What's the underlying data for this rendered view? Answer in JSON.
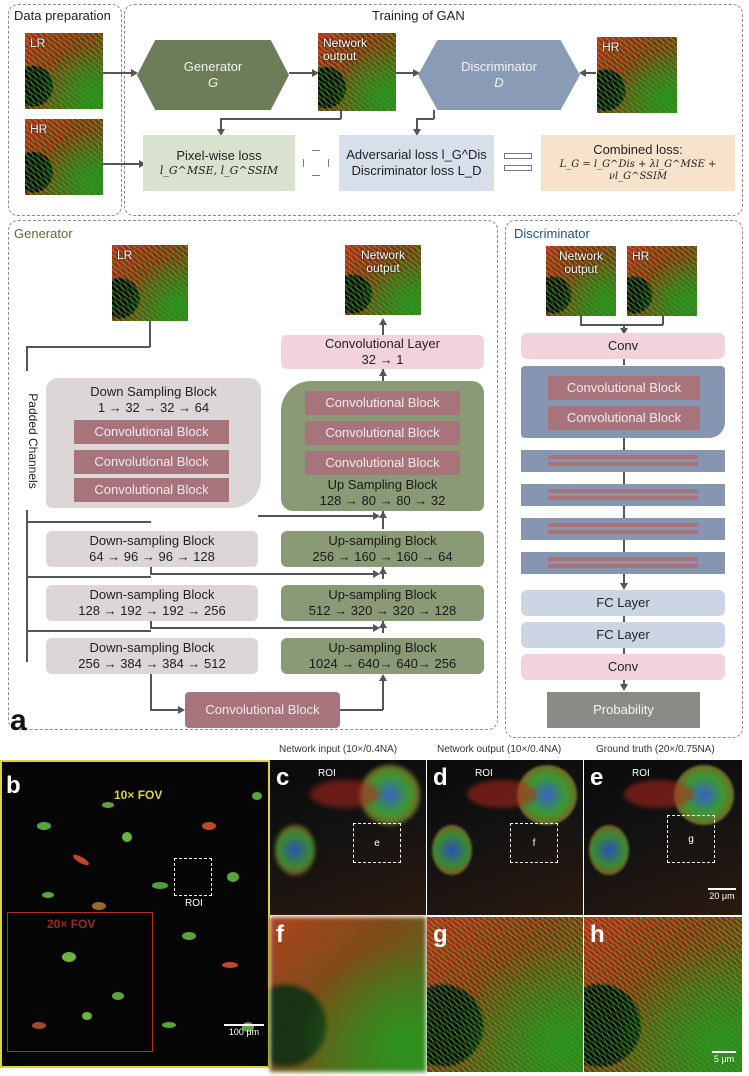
{
  "top": {
    "data_prep_label": "Data preparation",
    "training_label": "Training of GAN",
    "lr": "LR",
    "hr": "HR",
    "network_output": "Network output",
    "generator_name": "Generator",
    "generator_symbol": "G",
    "discriminator_name": "Discriminator",
    "discriminator_symbol": "D",
    "pixel_loss_title": "Pixel-wise loss",
    "pixel_loss_formula": "l_G^MSE, l_G^SSIM",
    "adv_loss": "Adversarial loss l_G^Dis",
    "disc_loss": "Discriminator loss L_D",
    "combined_title": "Combined loss:",
    "combined_formula": "L_G = l_G^Dis + λl_G^MSE + νl_G^SSIM",
    "plus": "+",
    "equals": "="
  },
  "generator": {
    "label": "Generator",
    "lr": "LR",
    "network_output": "Network output",
    "conv_layer_title": "Convolutional Layer",
    "conv_layer_dims": "32 → 1",
    "padded_channels": "Padded Channels",
    "down_block_title": "Down Sampling Block",
    "down_block_dims": "1 → 32 → 32 → 64",
    "up_block_title": "Up Sampling Block",
    "up_block_dims": "128 → 80 → 80 → 32",
    "conv_block": "Convolutional Block",
    "down_rows": [
      {
        "title": "Down-sampling Block",
        "dims": "64 → 96 → 96 → 128"
      },
      {
        "title": "Down-sampling Block",
        "dims": "128 → 192 → 192 → 256"
      },
      {
        "title": "Down-sampling Block",
        "dims": "256 → 384 → 384 → 512"
      }
    ],
    "up_rows": [
      {
        "title": "Up-sampling Block",
        "dims": "256 → 160 → 160 → 64"
      },
      {
        "title": "Up-sampling Block",
        "dims": "512 → 320 → 320 → 128"
      },
      {
        "title": "Up-sampling Block",
        "dims": "1024 → 640→ 640→ 256"
      }
    ],
    "bottom_conv": "Convolutional Block"
  },
  "discriminator": {
    "label": "Discriminator",
    "network_output": "Network output",
    "hr": "HR",
    "conv": "Conv",
    "conv_block": "Convolutional Block",
    "fc_layer": "FC Layer",
    "conv_bottom": "Conv",
    "probability": "Probability"
  },
  "panel_a": "a",
  "panels": {
    "b": "b",
    "c": "c",
    "d": "d",
    "e": "e",
    "f": "f",
    "g": "g",
    "h": "h",
    "fov10": "10× FOV",
    "fov20": "20× FOV",
    "roi": "ROI",
    "roi_e": "e",
    "roi_f": "f",
    "roi_g": "g",
    "scale_b": "100 μm",
    "scale_e": "20 μm",
    "scale_h": "5 μm",
    "header_c": "Network input (10×/0.4NA)",
    "header_d": "Network output (10×/0.4NA)",
    "header_e": "Ground truth (20×/0.75NA)"
  }
}
